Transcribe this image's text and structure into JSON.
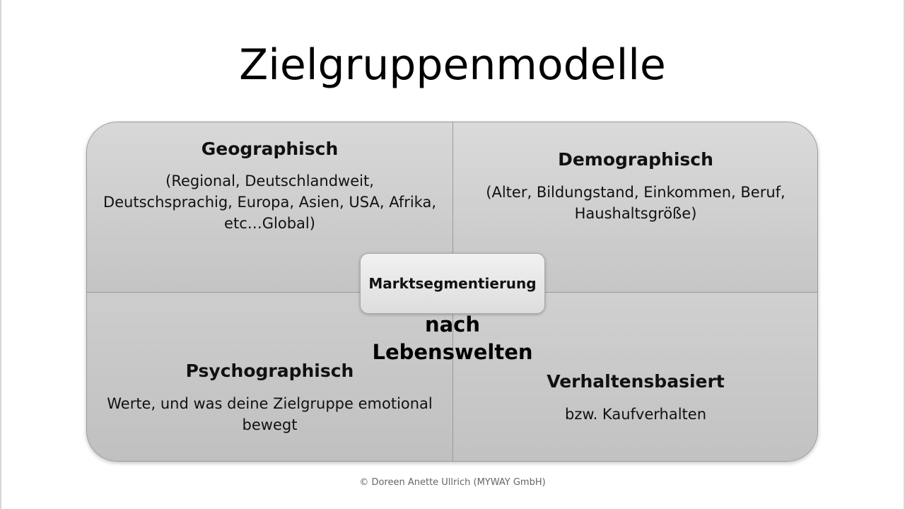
{
  "slide": {
    "title": "Zielgruppenmodelle",
    "center_label": "Marktsegmentierung",
    "overlay_text_line1": "nach",
    "overlay_text_line2": "Lebenswelten",
    "footer": "© Doreen Anette Ullrich (MYWAY GmbH)"
  },
  "quadrants": {
    "geographic": {
      "heading": "Geographisch",
      "line1": "(Regional, Deutschlandweit,",
      "line2": "Deutschsprachig, Europa, Asien, USA, Afrika,",
      "line3": "etc…Global)"
    },
    "demographic": {
      "heading": "Demographisch",
      "line1": "(Alter, Bildungstand, Einkommen, Beruf,",
      "line2": "Haushaltsgröße)"
    },
    "psychographic": {
      "heading": "Psychographisch",
      "line1": "Werte, und was deine Zielgruppe emotional",
      "line2": "bewegt"
    },
    "behavioral": {
      "heading": "Verhaltensbasiert",
      "line1": "bzw. Kaufverhalten"
    }
  }
}
